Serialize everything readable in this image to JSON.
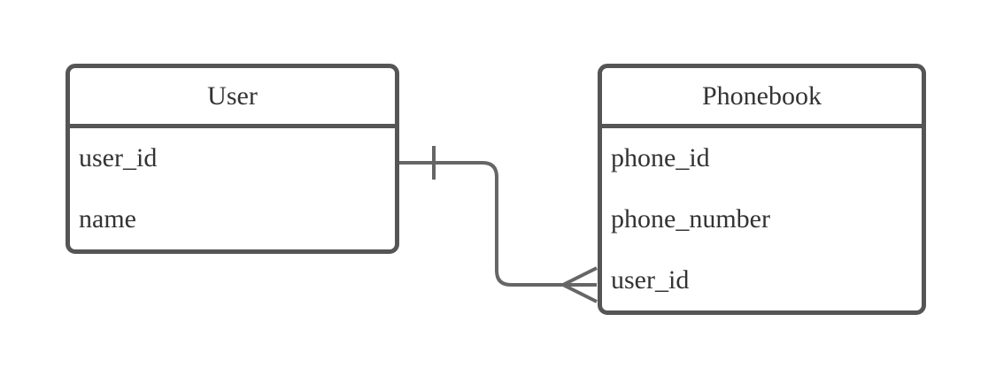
{
  "diagram": {
    "kind": "entity-relationship",
    "entities": [
      {
        "name": "User",
        "attributes": [
          "user_id",
          "name"
        ]
      },
      {
        "name": "Phonebook",
        "attributes": [
          "phone_id",
          "phone_number",
          "user_id"
        ]
      }
    ],
    "relationship": {
      "from": "User",
      "to": "Phonebook",
      "from_cardinality": "one",
      "to_cardinality": "many",
      "from_marker": "tick",
      "to_marker": "crow-foot"
    },
    "colors": {
      "border": "#555555",
      "line": "#666666",
      "text": "#333333",
      "background": "#ffffff"
    }
  }
}
